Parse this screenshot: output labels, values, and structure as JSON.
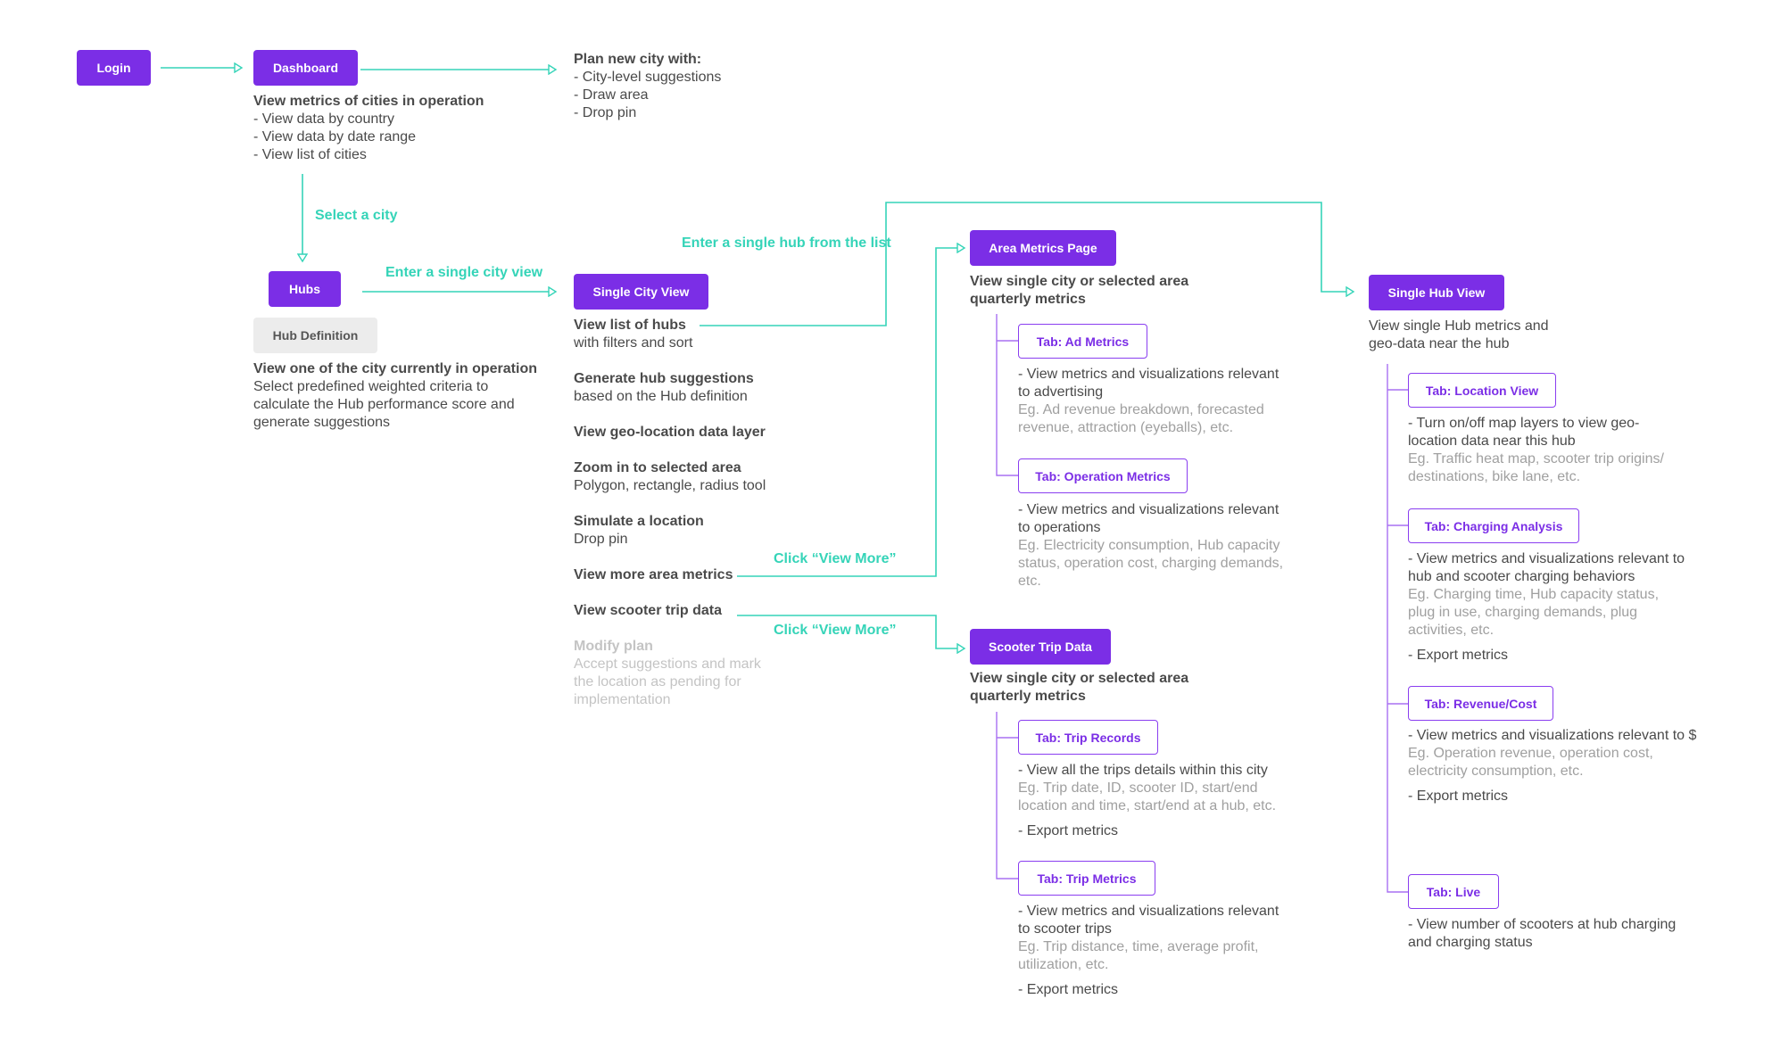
{
  "colors": {
    "primary": "#7b2ee6",
    "connector": "#35d4b8",
    "tree": "#a970f2",
    "secondary_button": "#ececec"
  },
  "nodes": {
    "login": "Login",
    "dashboard": "Dashboard",
    "hubs": "Hubs",
    "hub_definition": "Hub Definition",
    "single_city_view": "Single City View",
    "area_metrics_page": "Area Metrics Page",
    "scooter_trip_data": "Scooter Trip Data",
    "single_hub_view": "Single Hub View"
  },
  "edge_labels": {
    "select_city": "Select a city",
    "enter_city": "Enter a single city view",
    "enter_hub": "Enter a single hub from the list",
    "view_more_1": "Click “View More”",
    "view_more_2": "Click “View More”"
  },
  "dashboard_desc": {
    "title": "View metrics of cities in operation",
    "lines": [
      "- View data by country",
      "- View data by date range",
      "- View list of cities"
    ]
  },
  "plan": {
    "title": "Plan new city with:",
    "lines": [
      "- City-level suggestions",
      "- Draw area",
      "- Drop pin"
    ]
  },
  "hubs_desc": {
    "title": "View one of the city currently in operation",
    "lines": [
      "Select predefined weighted criteria to",
      "calculate the Hub performance score and",
      "generate suggestions"
    ]
  },
  "city_view": {
    "hubs_list_title": "View list of hubs",
    "hubs_list_sub": "with filters and sort",
    "suggestions_title": "Generate hub suggestions",
    "suggestions_sub": "based on the Hub definition",
    "geo_title": "View geo-location data layer",
    "zoom_title": "Zoom in to selected area",
    "zoom_sub": "Polygon, rectangle, radius tool",
    "simulate_title": "Simulate a location",
    "simulate_sub": "Drop pin",
    "area_metrics": "View more area metrics",
    "scooter_trip": "View scooter trip data",
    "modify_title": "Modify plan",
    "modify_lines": [
      "Accept suggestions and mark",
      "the location as pending for",
      "implementation"
    ]
  },
  "area_metrics": {
    "desc": [
      "View single city or selected area",
      "quarterly metrics"
    ],
    "tab_ad": "Tab: Ad Metrics",
    "ad_lines": [
      "- View metrics and visualizations relevant",
      "to advertising"
    ],
    "ad_eg": [
      "Eg. Ad revenue breakdown, forecasted",
      "revenue, attraction (eyeballs), etc."
    ],
    "tab_operation": "Tab: Operation Metrics",
    "op_lines": [
      "- View metrics and visualizations relevant",
      "to operations"
    ],
    "op_eg": [
      "Eg. Electricity consumption, Hub capacity",
      "status, operation cost, charging demands,",
      "etc."
    ]
  },
  "scooter_trip": {
    "desc": [
      "View single city or selected area",
      "quarterly metrics"
    ],
    "tab_records": "Tab: Trip Records",
    "records_line": "- View all the trips details within this city",
    "records_eg": [
      "Eg. Trip date, ID, scooter ID, start/end",
      "location and time, start/end at a hub, etc."
    ],
    "records_export": "- Export metrics",
    "tab_metrics": "Tab: Trip Metrics",
    "metrics_lines": [
      "- View metrics and visualizations relevant",
      "to scooter trips"
    ],
    "metrics_eg": [
      "Eg. Trip distance, time, average profit,",
      "utilization, etc."
    ],
    "metrics_export": "- Export metrics"
  },
  "hub_view": {
    "desc": [
      "View single Hub metrics and",
      "geo-data near the hub"
    ],
    "tab_location": "Tab: Location View",
    "location_lines": [
      "- Turn on/off map layers to view geo-",
      "location data near this hub"
    ],
    "location_eg": [
      "Eg. Traffic heat map, scooter trip origins/",
      "destinations, bike lane, etc."
    ],
    "tab_charging": "Tab: Charging Analysis",
    "charging_lines": [
      "- View metrics and visualizations relevant to",
      "hub and scooter charging behaviors"
    ],
    "charging_eg": [
      "Eg. Charging time, Hub capacity status,",
      "plug in use, charging demands, plug",
      "activities, etc."
    ],
    "charging_export": "- Export metrics",
    "tab_revenue": "Tab: Revenue/Cost",
    "revenue_line": "- View metrics and visualizations relevant to $",
    "revenue_eg": [
      "Eg. Operation revenue, operation cost,",
      "electricity consumption, etc."
    ],
    "revenue_export": "- Export metrics",
    "tab_live": "Tab: Live",
    "live_lines": [
      "- View number of scooters at hub charging",
      "and charging status"
    ]
  }
}
